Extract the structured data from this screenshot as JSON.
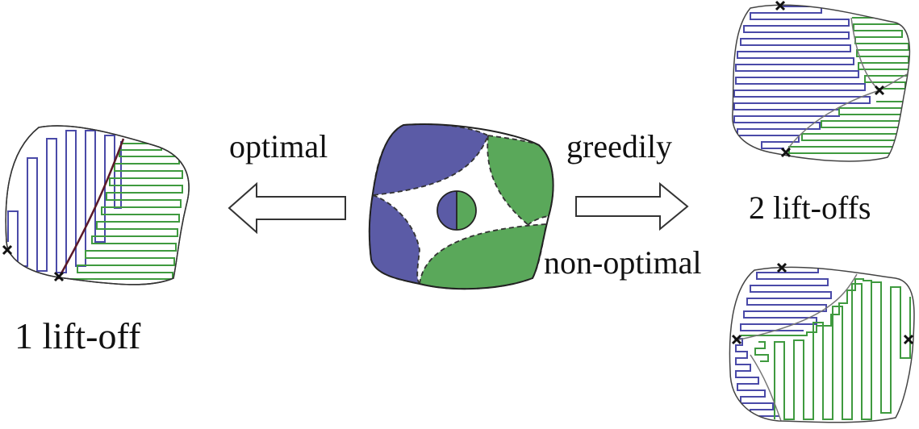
{
  "labels": {
    "optimal": "optimal",
    "greedily": "greedily",
    "non_optimal": "non-optimal",
    "one_liftoff": "1 lift-off",
    "two_liftoffs": "2 lift-offs"
  },
  "colors": {
    "blue_region": "#5b5ba6",
    "green_region": "#5aa85a",
    "blue_path": "#4a4aa8",
    "green_path": "#3f9a3f",
    "outline": "#333333",
    "boundary_dark": "#5a1a2a",
    "marker": "#111111"
  },
  "icons": {
    "arrow_left": "left-arrow-icon",
    "arrow_right": "right-arrow-icon",
    "liftoff_marker": "cross-marker-icon"
  }
}
